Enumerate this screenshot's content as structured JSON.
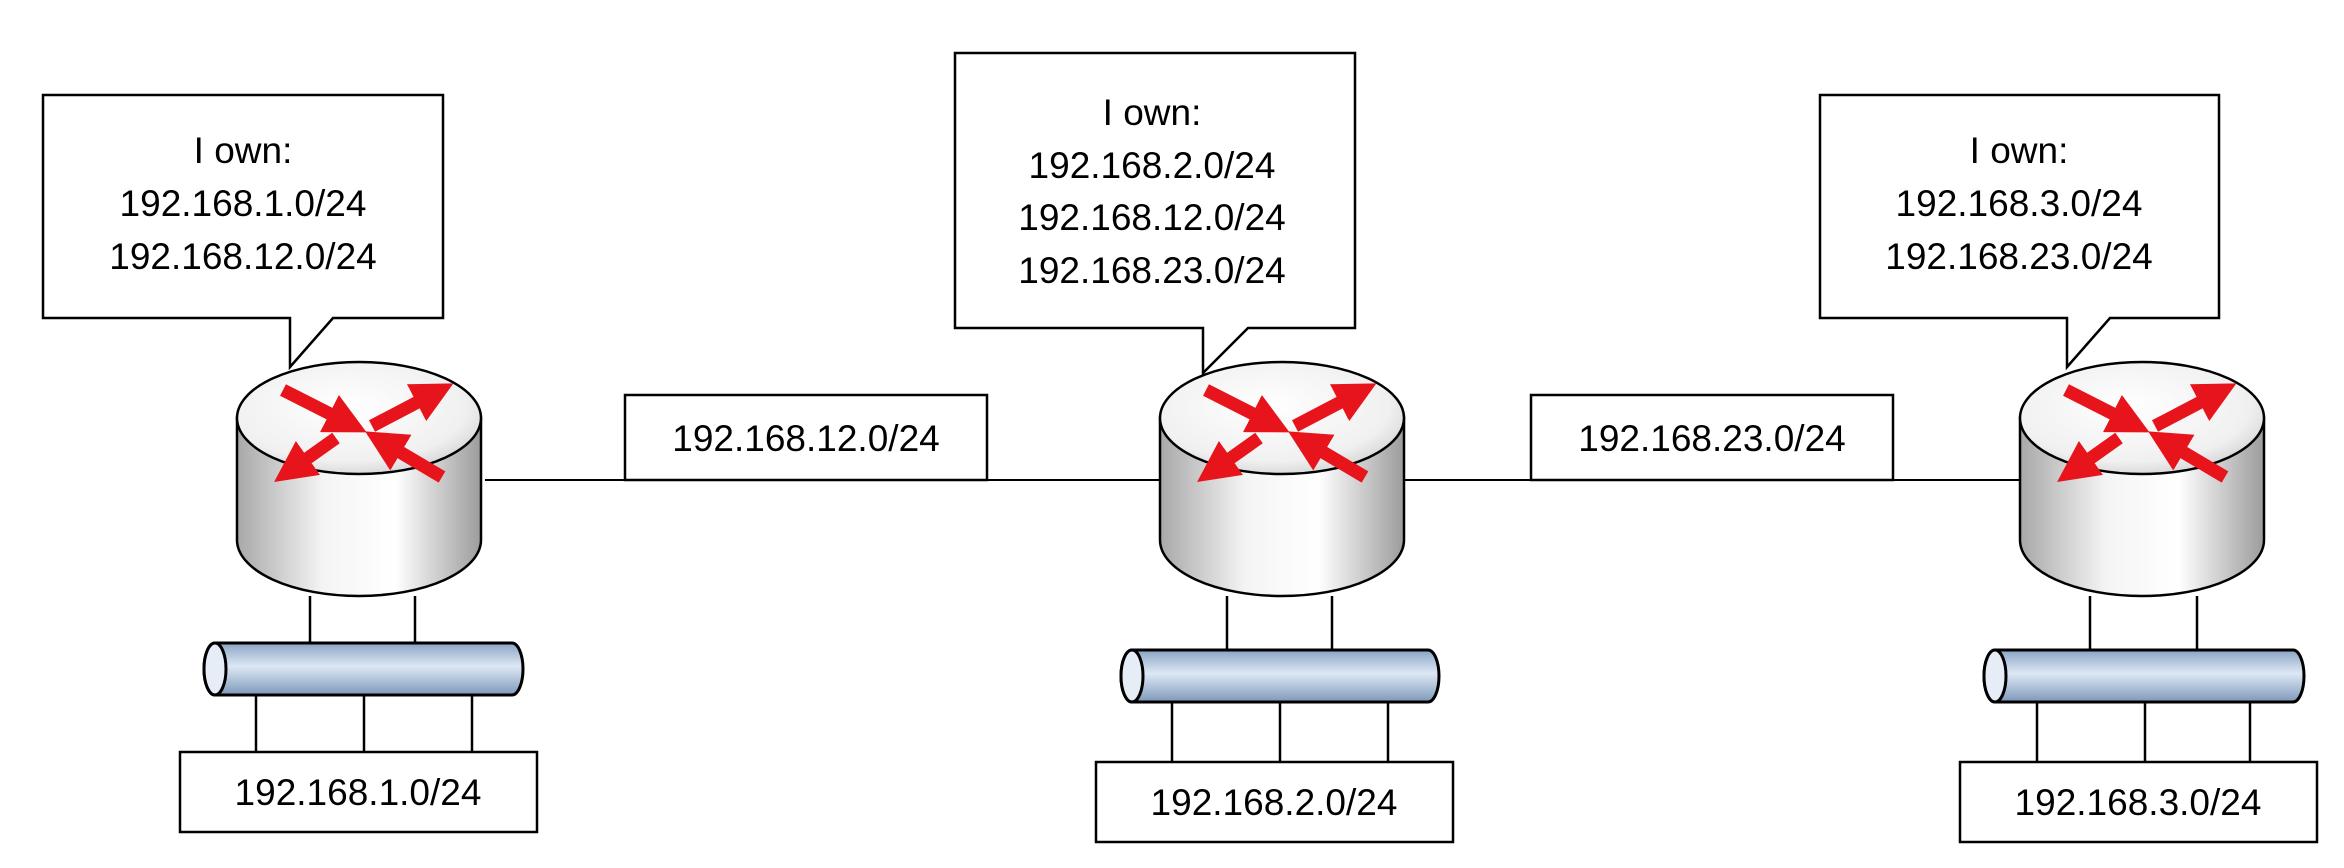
{
  "routers": [
    {
      "id": "r1",
      "callout_title": "I own:",
      "callout_lines": [
        "192.168.1.0/24",
        "192.168.12.0/24"
      ],
      "lan_label": "192.168.1.0/24"
    },
    {
      "id": "r2",
      "callout_title": "I own:",
      "callout_lines": [
        "192.168.2.0/24",
        "192.168.12.0/24",
        "192.168.23.0/24"
      ],
      "lan_label": "192.168.2.0/24"
    },
    {
      "id": "r3",
      "callout_title": "I own:",
      "callout_lines": [
        "192.168.3.0/24",
        "192.168.23.0/24"
      ],
      "lan_label": "192.168.3.0/24"
    }
  ],
  "links": [
    {
      "from": "r1",
      "to": "r2",
      "label": "192.168.12.0/24"
    },
    {
      "from": "r2",
      "to": "r3",
      "label": "192.168.23.0/24"
    }
  ],
  "colors": {
    "arrow": "#e8141c",
    "bus_light": "#dbe6f3",
    "bus_dark": "#8ea9c9",
    "router_light": "#ffffff",
    "router_dark": "#9a9a9a"
  }
}
